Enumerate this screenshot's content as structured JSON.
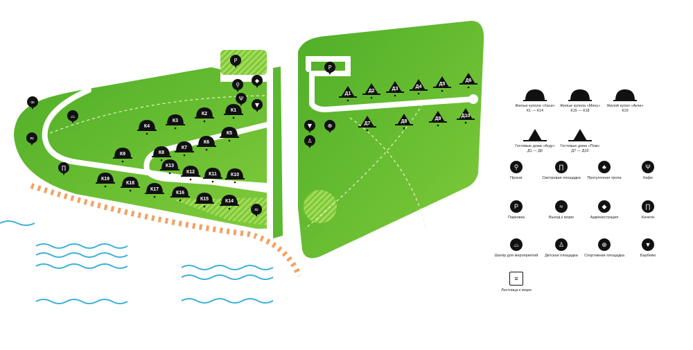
{
  "colors": {
    "land": "#5cb82e",
    "land_light": "#8fd14a",
    "road": "#ffffff",
    "beach": "#f3a262",
    "water": "#3ab0d8",
    "marker": "#111111"
  },
  "map": {
    "domes": [
      "К1",
      "К2",
      "К3",
      "К4",
      "К5",
      "К6",
      "К7",
      "К8",
      "К9",
      "К10",
      "К11",
      "К12",
      "К13",
      "К14",
      "К15",
      "К16",
      "К17",
      "К18",
      "К19"
    ],
    "houses": [
      "Д1",
      "Д2",
      "Д3",
      "Д4",
      "Д5",
      "Д6",
      "Д7",
      "Д8",
      "Д9",
      "Д10"
    ],
    "parking_glyph": "P"
  },
  "legend": {
    "dome_a": {
      "name": "Жилые купола «Хаси»",
      "range": "К1 — К14"
    },
    "dome_b": {
      "name": "Жилые купола «Мяну»",
      "range": "К15 — К18"
    },
    "dome_c": {
      "name": "Жилой купол «Акчи»",
      "range": "К19"
    },
    "house_a": {
      "name": "Гостевые дома «Агду»",
      "range": "Д1 — Д6"
    },
    "house_b": {
      "name": "Гостевые дома «Пом»",
      "range": "Д7 — Д10"
    },
    "items": [
      "Прокат",
      "Смотровая площадка",
      "Прогулочная тропа",
      "Кафе",
      "Парковка",
      "Выход к морю",
      "Администрация",
      "Качели",
      "Шатёр для мероприятий",
      "Детская площадка",
      "Спортивная площадка",
      "Барбекю",
      "Лестница к морю"
    ],
    "parking_glyph": "P"
  }
}
